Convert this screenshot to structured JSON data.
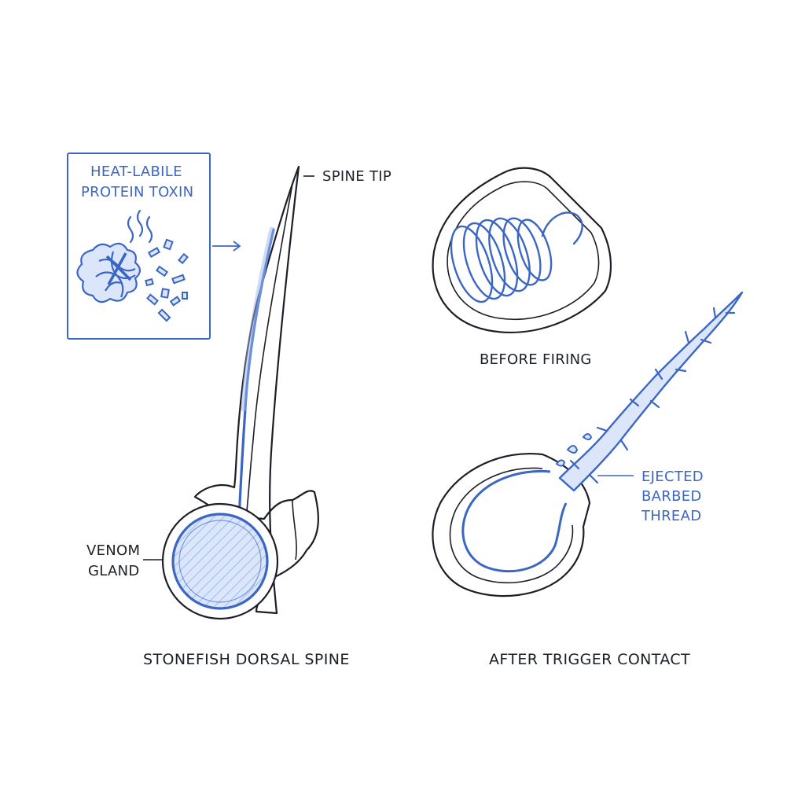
{
  "diagram": {
    "toxin_box": {
      "line1": "HEAT-LABILE",
      "line2": "PROTEIN TOXIN"
    },
    "labels": {
      "spine_tip": "SPINE TIP",
      "venom_gland_1": "VENOM",
      "venom_gland_2": "GLAND",
      "before_firing": "BEFORE FIRING",
      "ejected_1": "EJECTED",
      "ejected_2": "BARBED",
      "ejected_3": "THREAD"
    },
    "captions": {
      "left": "STONEFISH DORSAL SPINE",
      "right": "AFTER TRIGGER CONTACT"
    }
  },
  "colors": {
    "ink": "#1d1f27",
    "accent_blue": "#3b66c4",
    "light_blue_fill": "#dbe6fb"
  }
}
